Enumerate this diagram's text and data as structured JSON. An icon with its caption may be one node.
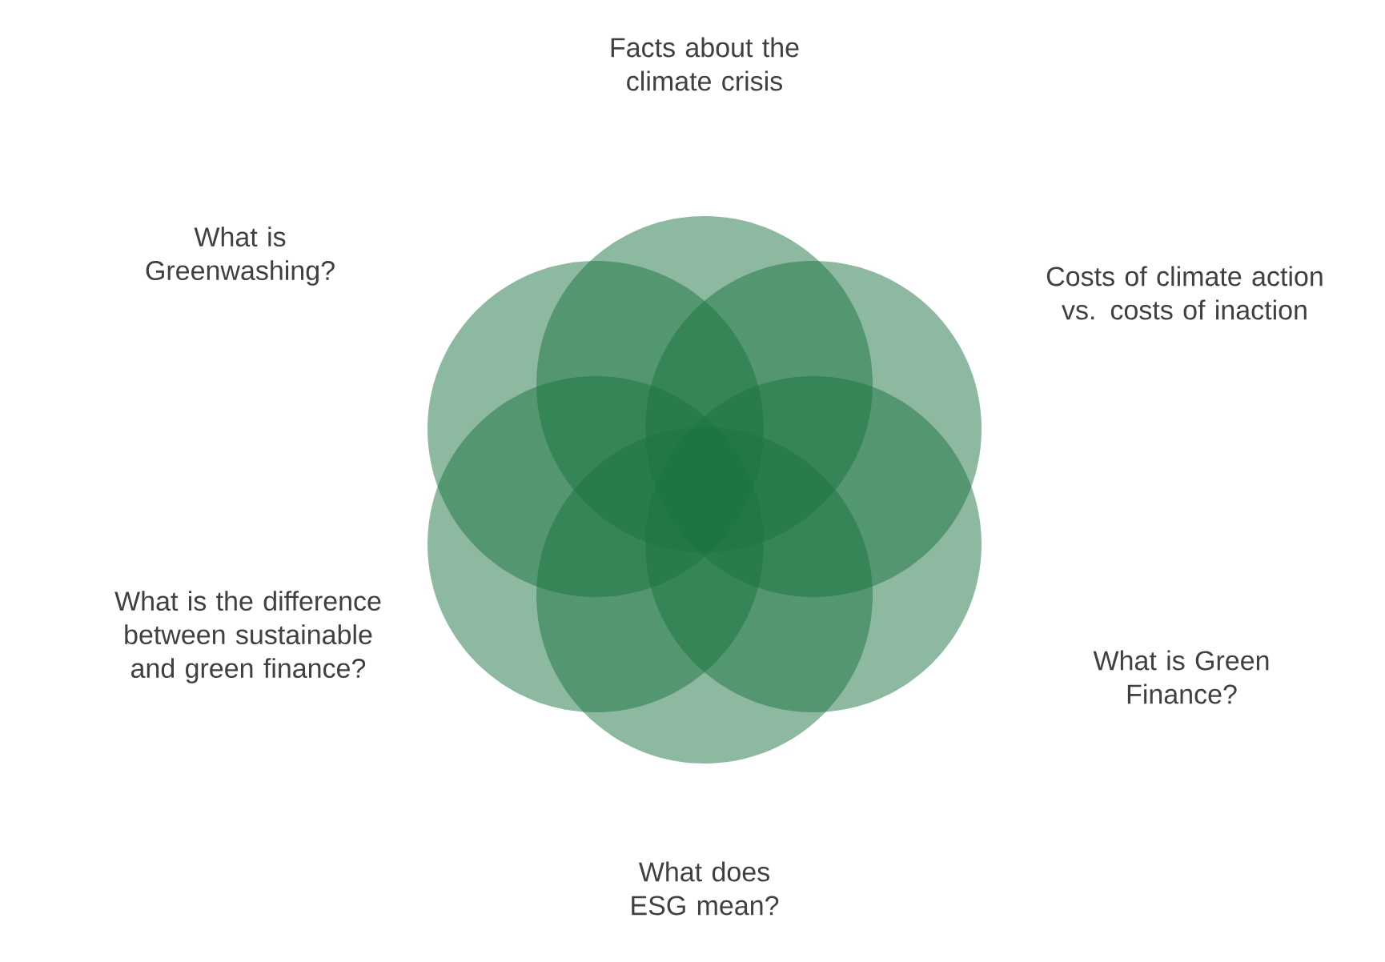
{
  "diagram": {
    "nodes": [
      {
        "text": [
          "Facts about the climate crisis"
        ]
      },
      {
        "text": [
          "What is Greenwashing?"
        ]
      },
      {
        "text": [
          "Costs of climate action vs. costs of inaction"
        ]
      },
      {
        "text": [
          "What is the difference between sustainable and green finance?"
        ]
      },
      {
        "text": [
          "What is Green Finance?"
        ]
      },
      {
        "text": [
          "What does ESG mean?"
        ]
      }
    ]
  }
}
